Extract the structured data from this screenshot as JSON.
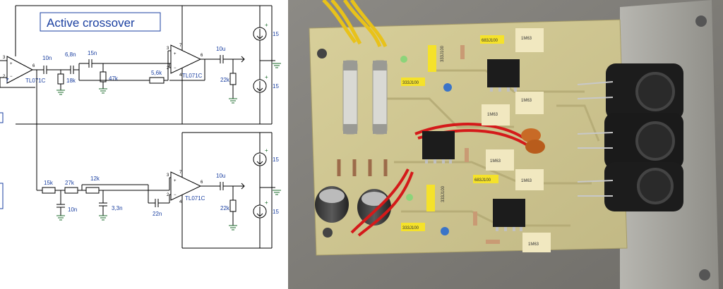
{
  "schematic": {
    "title": "Active crossover",
    "top": {
      "opamp_in": "TL071C",
      "c1": "10n",
      "c2": "6,8n",
      "c3": "15n",
      "r_18k": "18k",
      "r_47k": "47k",
      "r_56k": "5,6k",
      "opamp_out": "TL071C",
      "c_out": "10u",
      "r_load": "22k",
      "v_pos": "15",
      "v_neg": "15"
    },
    "bottom": {
      "r1": "15k",
      "r2": "27k",
      "r3": "12k",
      "c_10n": "10n",
      "c_33n": "3,3n",
      "c_22n": "22n",
      "opamp_out": "TL071C",
      "c_out": "10u",
      "r_load": "22k",
      "v_pos": "15",
      "v_neg": "15"
    },
    "pins": {
      "p2": "2",
      "p3": "3",
      "p4": "4",
      "p6": "6",
      "p7": "7"
    }
  },
  "photo": {
    "cap_labels": [
      "1M63",
      "1M63",
      "1M63",
      "1M63",
      "1M63",
      "1M63",
      "683J100",
      "683J100",
      "333J100",
      "333J100",
      "333J100",
      "333J100"
    ]
  }
}
